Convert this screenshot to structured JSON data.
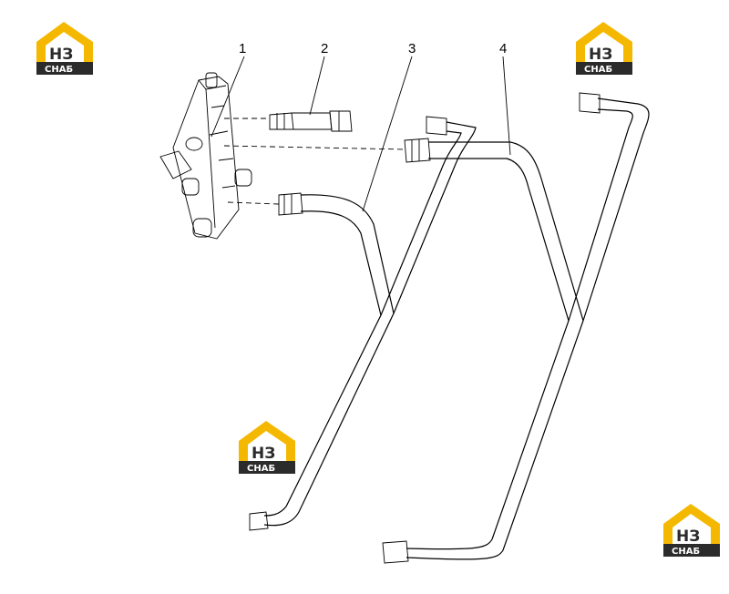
{
  "callouts": [
    {
      "id": "1",
      "label": "1"
    },
    {
      "id": "2",
      "label": "2"
    },
    {
      "id": "3",
      "label": "3"
    },
    {
      "id": "4",
      "label": "4"
    }
  ],
  "watermark": {
    "brand_letters": "НЗ",
    "brand_word": "СНАБ",
    "colors": {
      "yellow": "#F5B800",
      "dark": "#2B2B2B",
      "white": "#FFFFFF"
    }
  },
  "icons": [
    "logo-icon"
  ]
}
